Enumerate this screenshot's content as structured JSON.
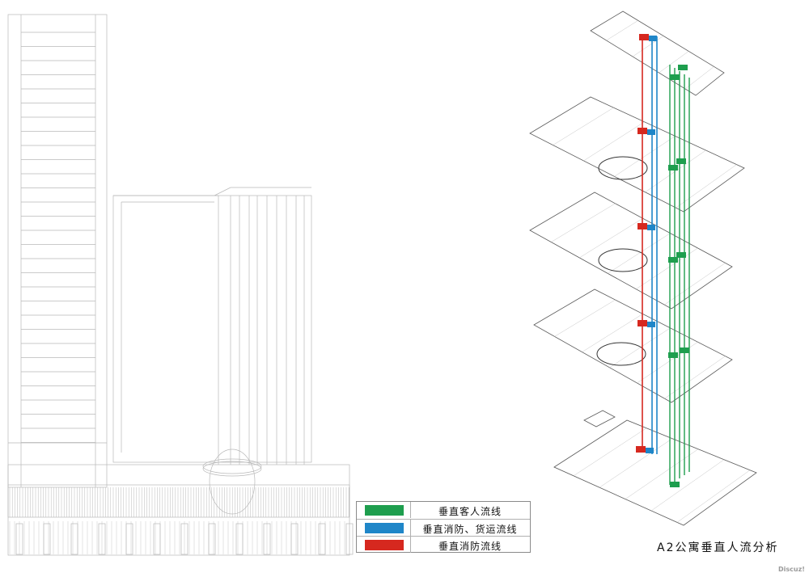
{
  "legend": {
    "items": [
      {
        "label": "垂直客人流线",
        "color": "#1e9e4e"
      },
      {
        "label": "垂直消防、货运流线",
        "color": "#1f86c8"
      },
      {
        "label": "垂直消防流线",
        "color": "#d6281f"
      }
    ]
  },
  "title": "A2公寓垂直人流分析",
  "watermark": "Discuz!"
}
